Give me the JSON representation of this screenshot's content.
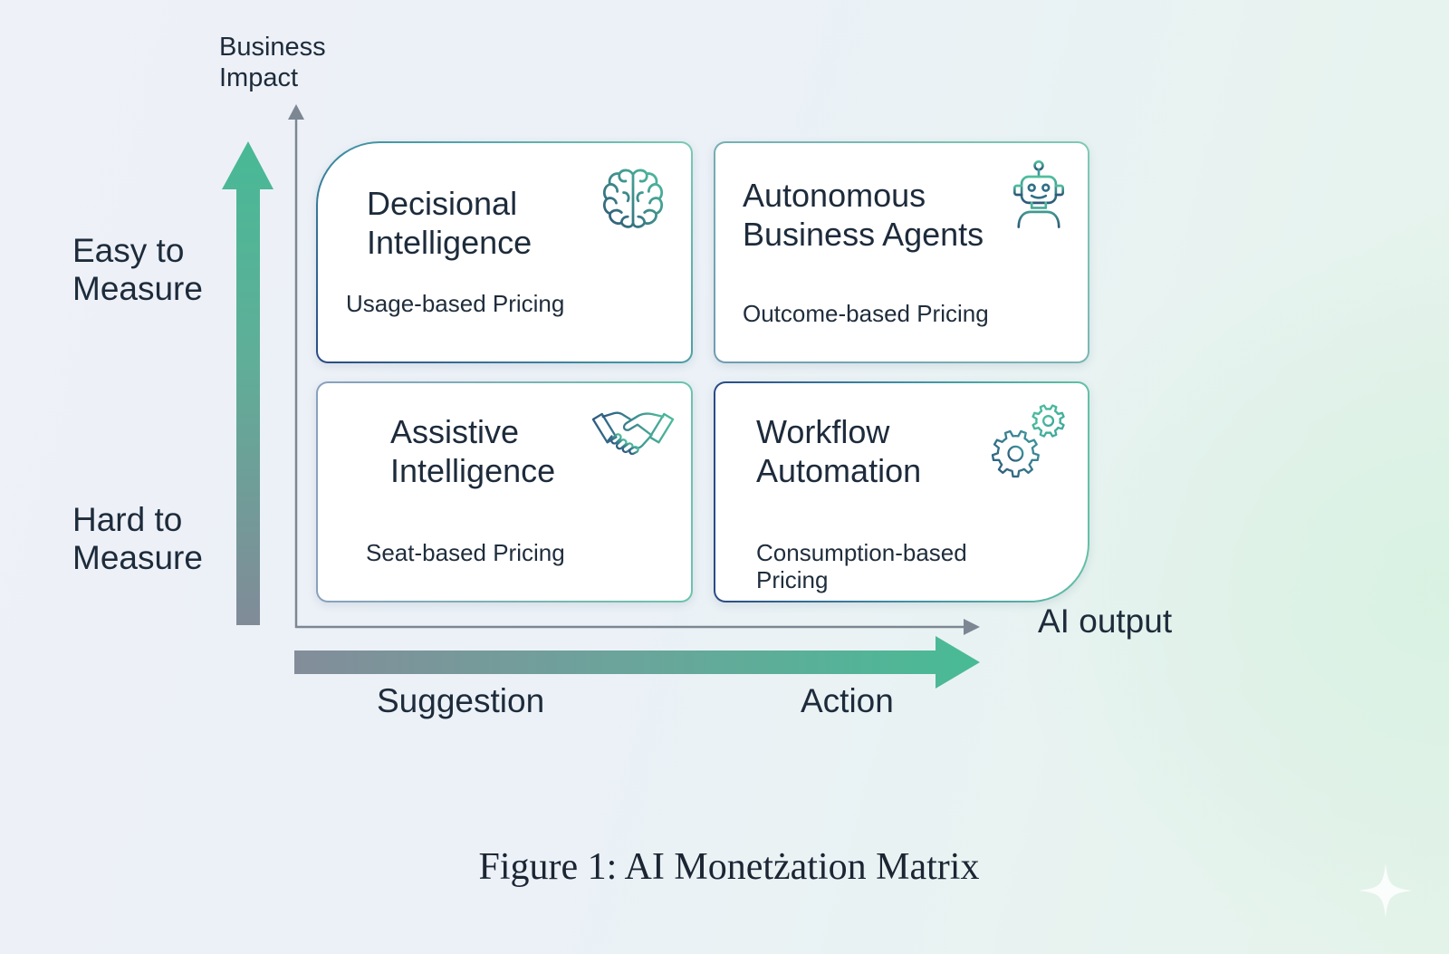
{
  "y_axis": {
    "label": "Business\nImpact",
    "high": "Easy to\nMeasure",
    "low": "Hard to\nMeasure"
  },
  "x_axis": {
    "label": "AI output",
    "low": "Suggestion",
    "high": "Action"
  },
  "quadrants": [
    {
      "title": "Decisional\nIntelligence",
      "pricing": "Usage-based Pricing",
      "icon": "brain-icon"
    },
    {
      "title": "Autonomous\nBusiness Agents",
      "pricing": "Outcome-based Pricing",
      "icon": "robot-icon"
    },
    {
      "title": "Assistive\nIntelligence",
      "pricing": "Seat-based Pricing",
      "icon": "handshake-icon"
    },
    {
      "title": "Workflow\nAutomation",
      "pricing": "Consumption-based\nPricing",
      "icon": "gears-icon"
    }
  ],
  "caption": "Figure 1: AI Monetżation Matrix",
  "watermark_icon": "sparkle-icon",
  "colors": {
    "accent_green": "#4bba96",
    "axis_gray": "#7d8793",
    "navy": "#2a4a84",
    "text": "#1d2b3b",
    "card_background": "#ffffff"
  }
}
